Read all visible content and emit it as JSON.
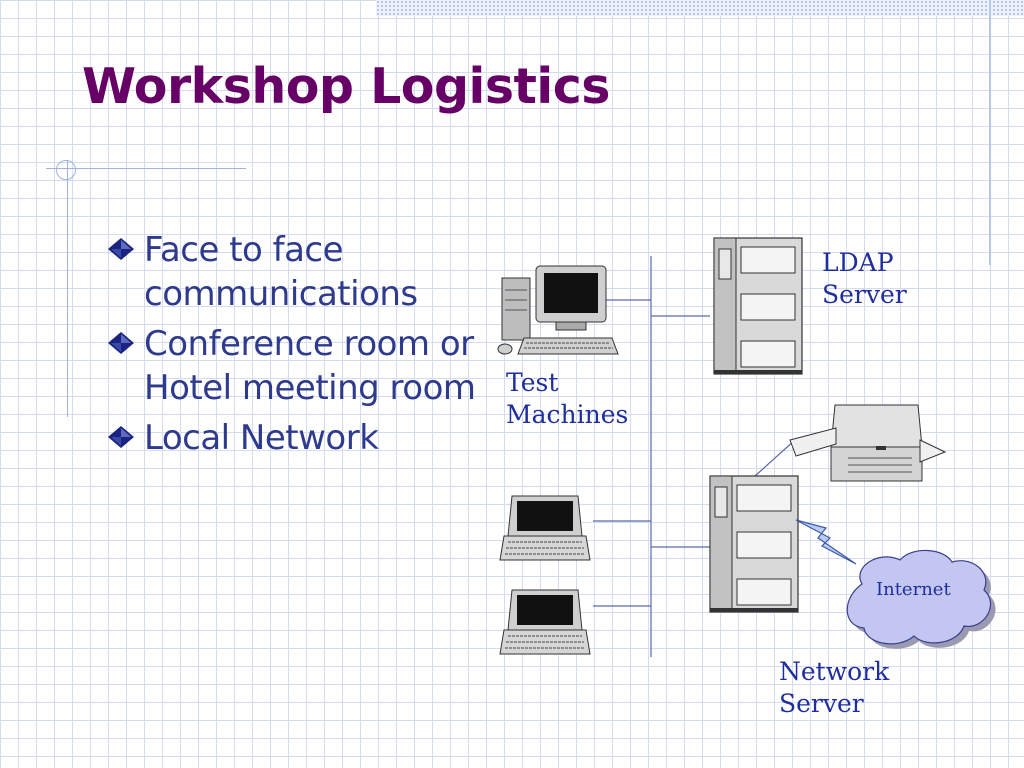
{
  "slide": {
    "title": "Workshop Logistics",
    "bullets": [
      "Face to face communications",
      "Conference room or Hotel meeting room",
      "Local Network"
    ]
  },
  "diagram": {
    "ldap_server_label": "LDAP\nServer",
    "test_machines_label": "Test\nMachines",
    "network_server_label": "Network\nServer",
    "internet_label": "Internet",
    "icons": [
      "desktop-computer-icon",
      "laptop-icon",
      "server-tower-icon",
      "printer-icon",
      "lightning-icon",
      "cloud-icon",
      "diamond-bullet-icon"
    ]
  },
  "colors": {
    "title": "#660066",
    "bullet_text": "#2e3a8c",
    "diagram_label": "#1f2e9c",
    "grid": "#d6dcef"
  }
}
